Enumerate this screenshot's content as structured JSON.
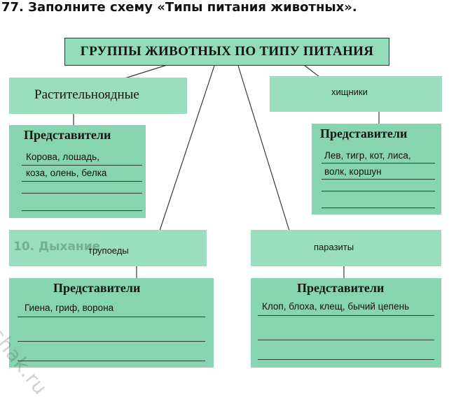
{
  "task": {
    "title": "77. Заполните схему «Типы питания животных»."
  },
  "diagram": {
    "root": "ГРУППЫ ЖИВОТНЫХ ПО ТИПУ ПИТАНИЯ",
    "groups": [
      {
        "name": "Растительноядные",
        "rep_title": "Представители",
        "lines": [
          "Корова, лошадь,",
          "коза, олень, белка"
        ]
      },
      {
        "name": "хищники",
        "rep_title": "Представители",
        "lines": [
          "Лев, тигр, кот, лиса,",
          "волк, коршун"
        ]
      },
      {
        "name": "трупоеды",
        "rep_title": "Представители",
        "lines": [
          "Гиена, гриф, ворона"
        ]
      },
      {
        "name": "паразиты",
        "rep_title": "Представители",
        "lines": [
          "Клоп, блоха, клещ, бычий цепень"
        ]
      }
    ],
    "background_text": "10. Дыхание"
  },
  "watermark": "reshak.ru",
  "colors": {
    "box_fill": "#8fd8b6",
    "line": "#2d3f38"
  }
}
